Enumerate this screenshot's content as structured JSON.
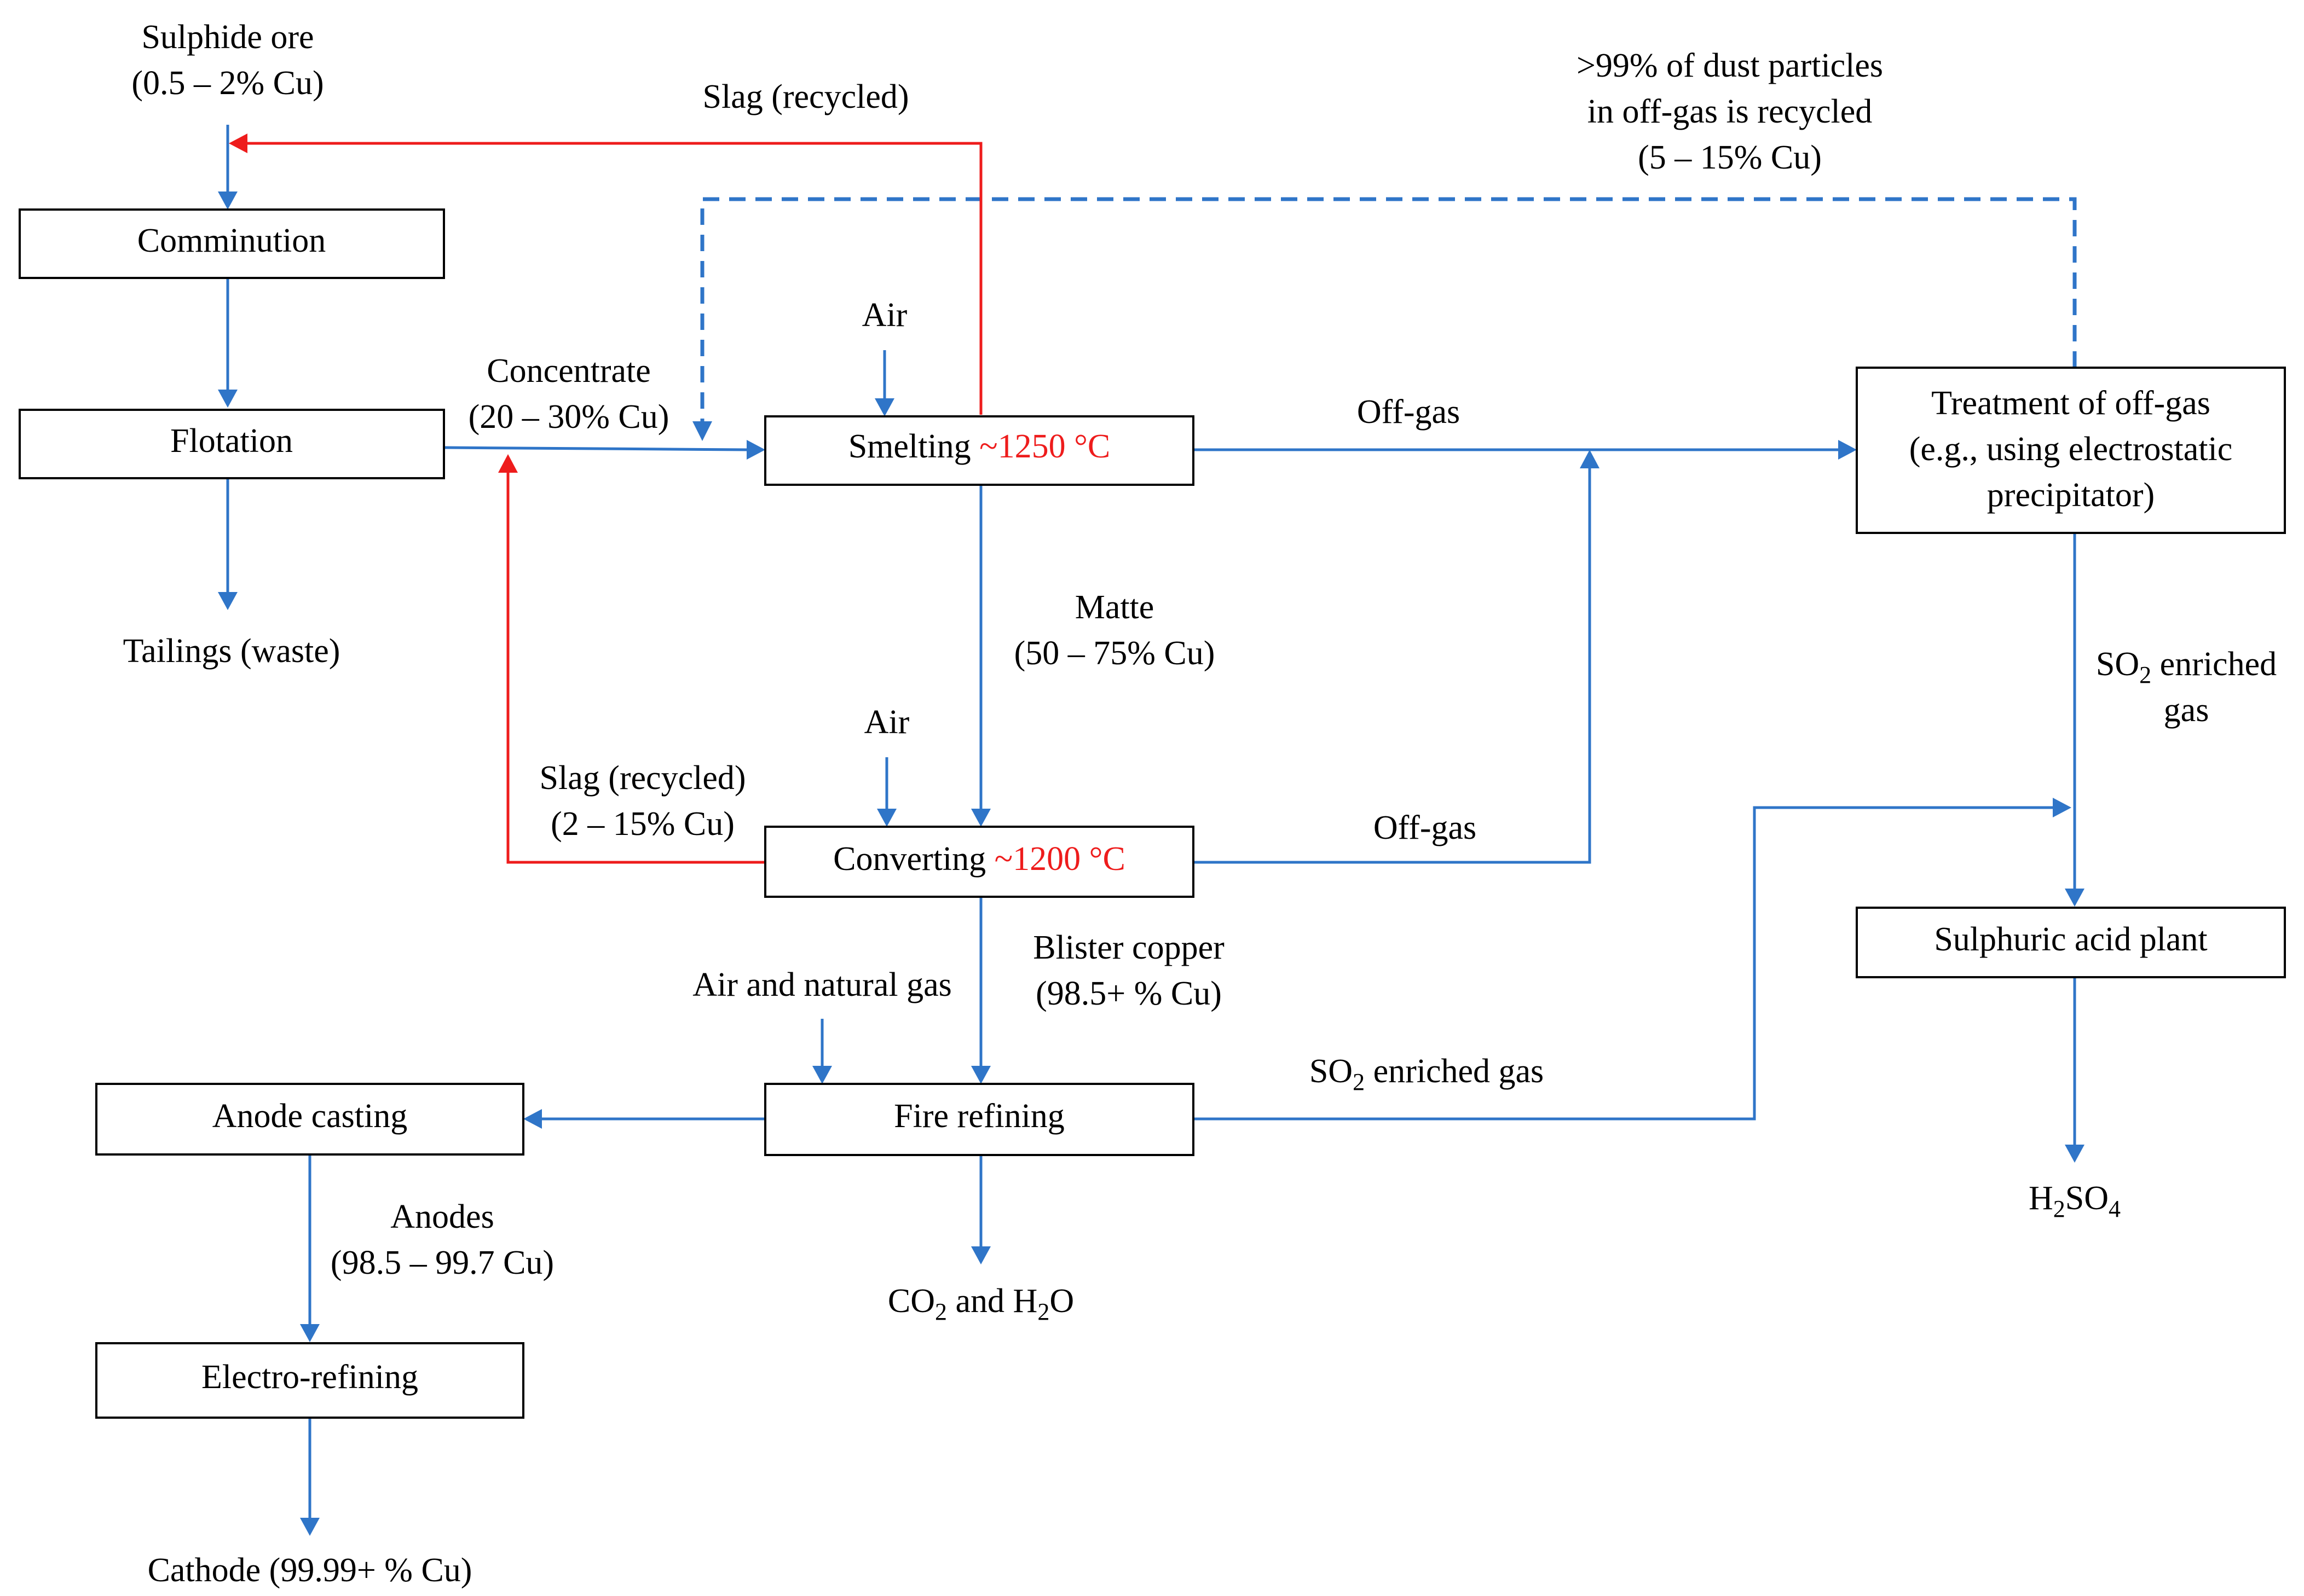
{
  "colors": {
    "flow": "#2f75c8",
    "recycle": "#ee1c1c",
    "temperature": "#ee1c1c"
  },
  "boxes": {
    "comminution": "Comminution",
    "flotation": "Flotation",
    "smelting": "Smelting",
    "smelting_temp": "~1250 °C",
    "converting": "Converting",
    "converting_temp": "~1200 °C",
    "treatment_l1": "Treatment of off-gas",
    "treatment_l2": "(e.g., using electrostatic",
    "treatment_l3": "precipitator)",
    "sulphuric_acid_plant": "Sulphuric acid plant",
    "fire_refining": "Fire refining",
    "anode_casting": "Anode casting",
    "electro_refining": "Electro-refining"
  },
  "labels": {
    "ore_l1": "Sulphide ore",
    "ore_l2": "(0.5 – 2% Cu)",
    "slag_top": "Slag (recycled)",
    "dust_l1": ">99% of dust particles",
    "dust_l2": "in off-gas is recycled",
    "dust_l3": "(5 – 15% Cu)",
    "air_smelting": "Air",
    "concentrate_l1": "Concentrate",
    "concentrate_l2": "(20 – 30% Cu)",
    "offgas_smelting": "Off-gas",
    "tailings": "Tailings (waste)",
    "matte_l1": "Matte",
    "matte_l2": "(50 – 75% Cu)",
    "so2_right_1": "SO",
    "so2_right_sub": "2",
    "so2_right_2": " enriched",
    "so2_right_3": "gas",
    "air_converting": "Air",
    "slag_conv_l1": "Slag (recycled)",
    "slag_conv_l2": "(2 – 15% Cu)",
    "offgas_converting": "Off-gas",
    "blister_l1": "Blister copper",
    "blister_l2": "(98.5+ % Cu)",
    "air_gas": "Air and natural gas",
    "so2_fire_1": "SO",
    "so2_fire_sub": "2",
    "so2_fire_2": " enriched gas",
    "h2so4_a": "H",
    "h2so4_sub1": "2",
    "h2so4_b": "SO",
    "h2so4_sub2": "4",
    "co2_a": "CO",
    "co2_sub": "2",
    "co2_b": " and H",
    "co2_sub2": "2",
    "co2_c": "O",
    "anodes_l1": "Anodes",
    "anodes_l2": "(98.5 – 99.7 Cu)",
    "cathode": "Cathode (99.99+ % Cu)"
  }
}
